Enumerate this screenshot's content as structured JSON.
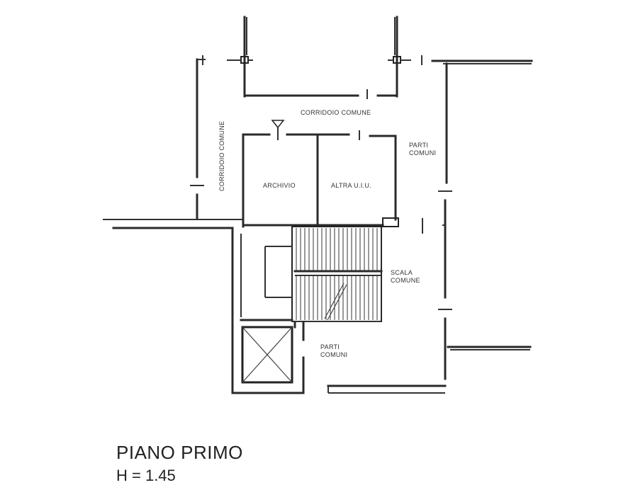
{
  "plan": {
    "rooms": {
      "corridoio_top": "CORRIDOIO COMUNE",
      "corridoio_left": "CORRIDOIO COMUNE",
      "parti_comuni_right_1": "PARTI",
      "parti_comuni_right_2": "COMUNI",
      "archivio": "ARCHIVIO",
      "altra_uiu": "ALTRA U.I.U.",
      "scala_1": "SCALA",
      "scala_2": "COMUNE",
      "parti_comuni_bottom_1": "PARTI",
      "parti_comuni_bottom_2": "COMUNI"
    },
    "floor_title": "PIANO PRIMO",
    "scale_text": "H = 1.45"
  }
}
